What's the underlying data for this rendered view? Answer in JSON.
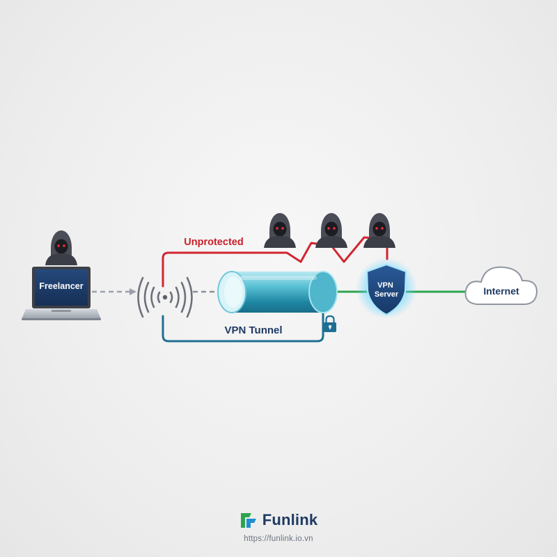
{
  "nodes": {
    "laptop_label": "Freelancer",
    "vpn_server_line1": "VPN",
    "vpn_server_line2": "Server",
    "internet_label": "Internet"
  },
  "paths": {
    "unprotected_label": "Unprotected",
    "tunnel_label": "VPN Tunnel"
  },
  "brand": {
    "name": "Funlink",
    "url": "https://funlink.io.vn"
  },
  "colors": {
    "unprotected_path": "#d1252f",
    "tunnel_path": "#1f6f93",
    "secure_path": "#2ea44f",
    "node_dark": "#1e3a63"
  }
}
